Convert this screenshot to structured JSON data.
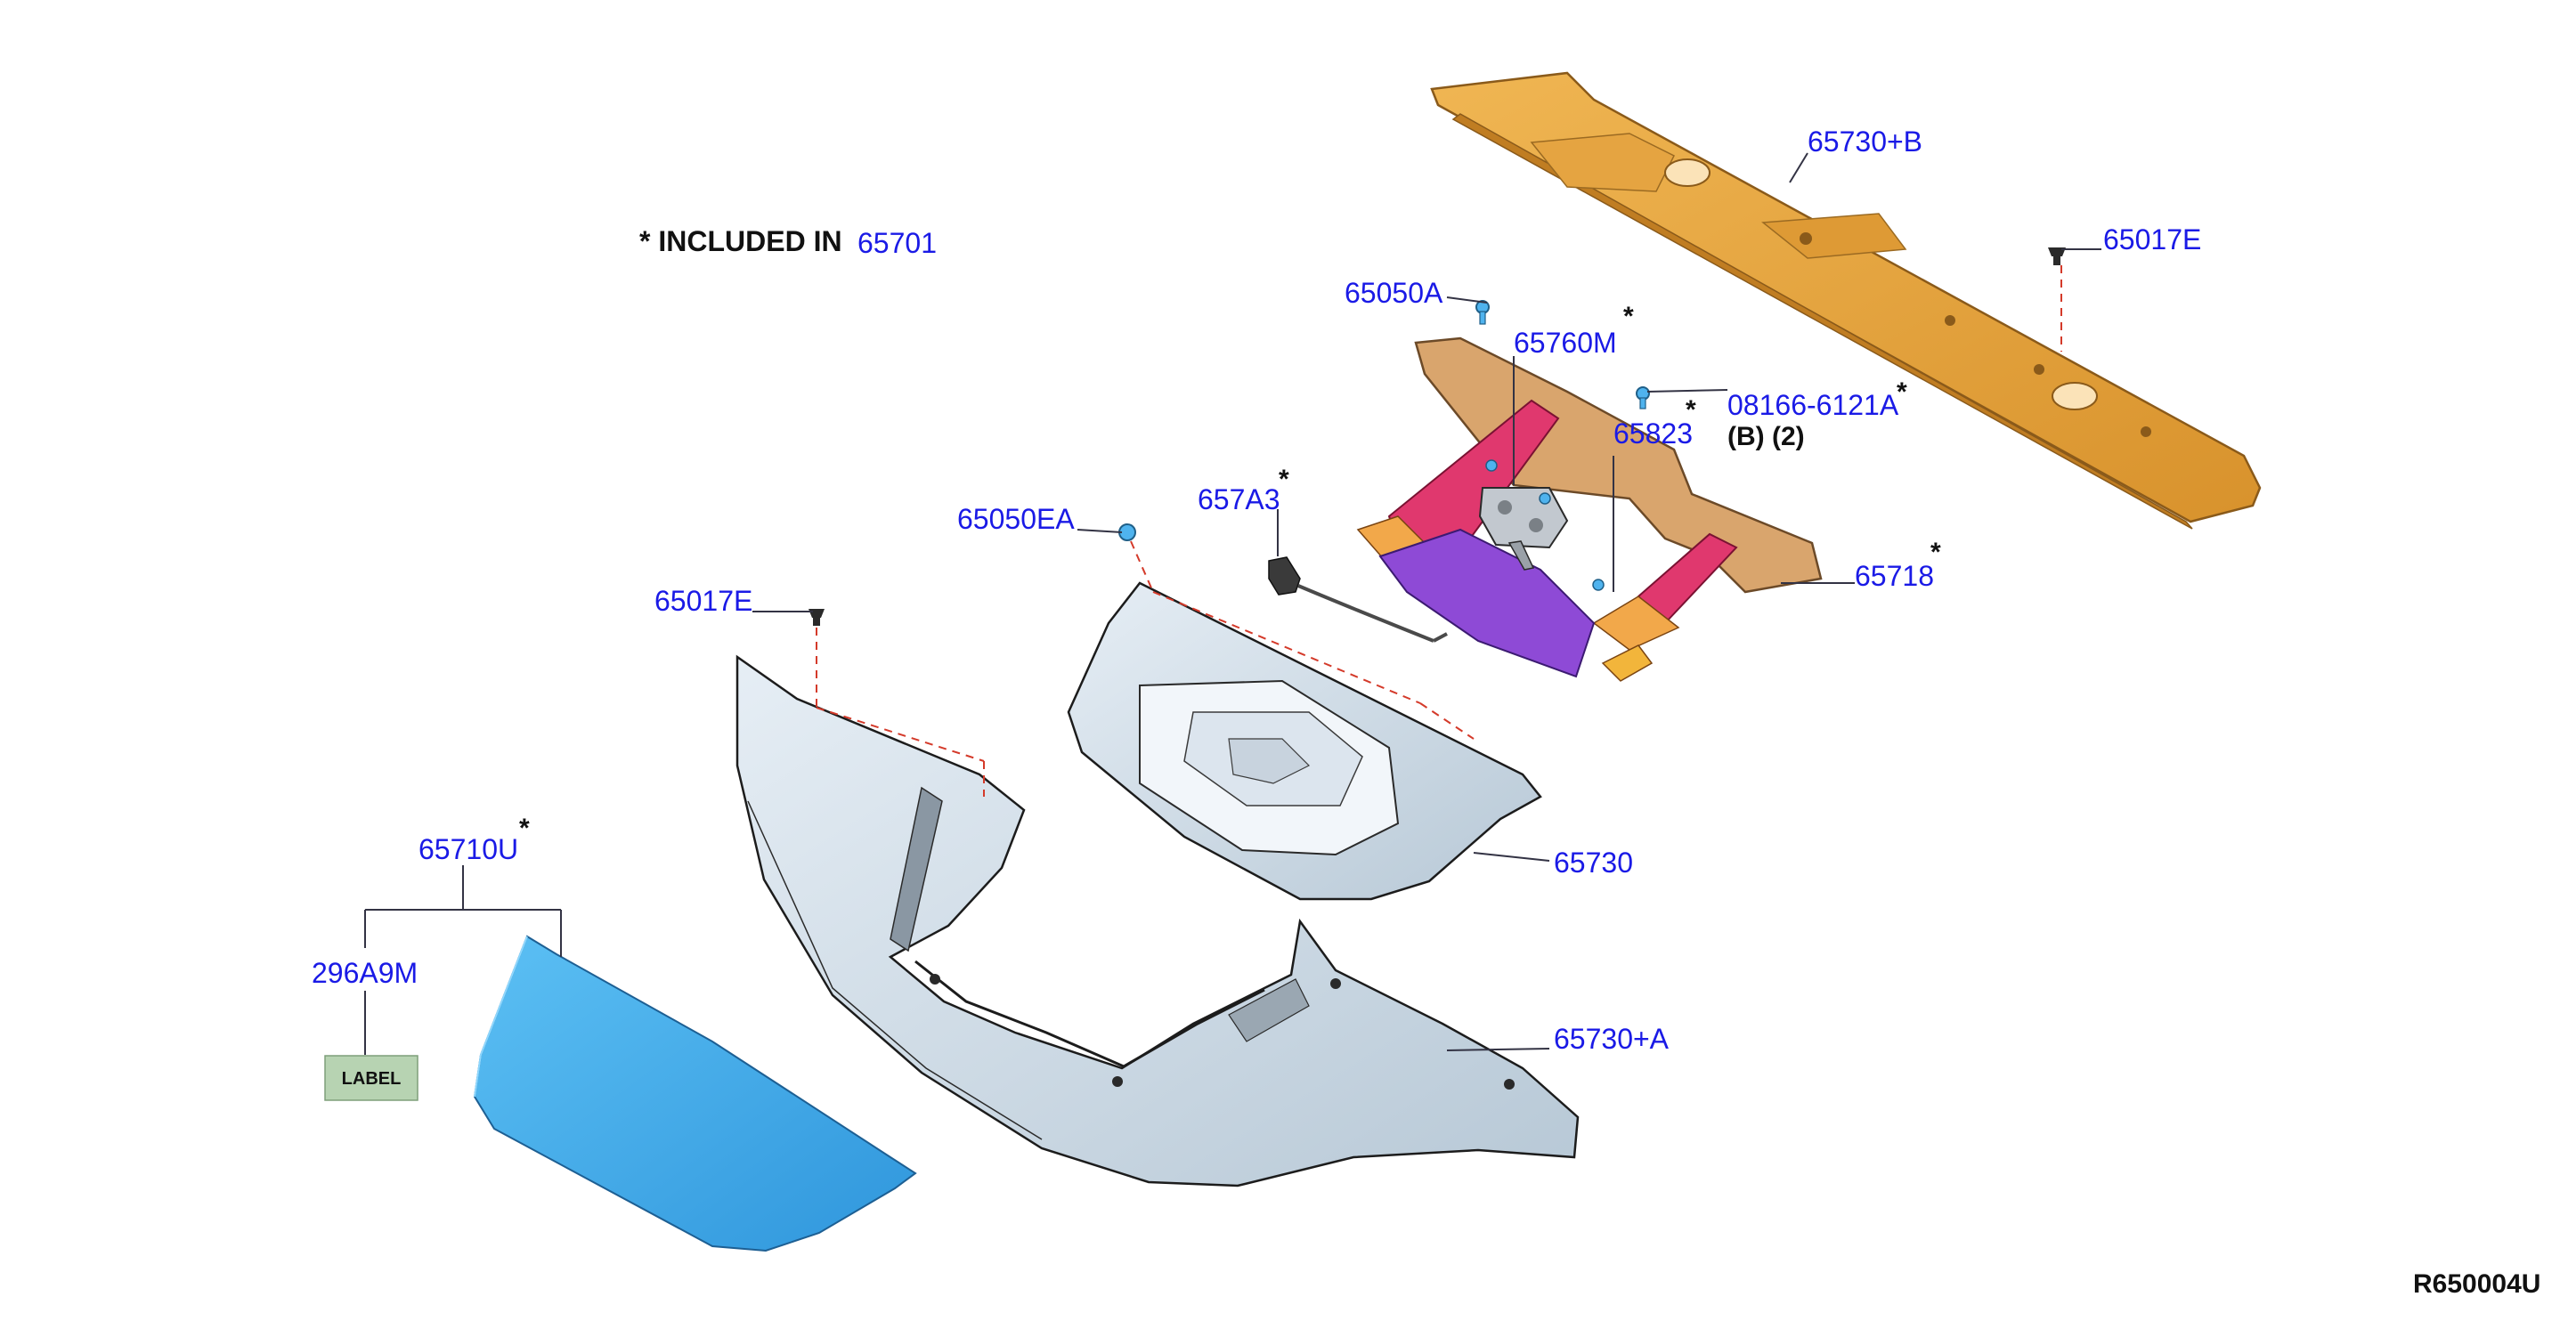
{
  "note": {
    "prefix": "* INCLUDED IN",
    "ref": "65701"
  },
  "labels": {
    "p65730B": "65730+B",
    "p65017E_right": "65017E",
    "p65050A": "65050A",
    "p65760M": "65760M",
    "p08166": "08166-6121A",
    "p65823": "65823",
    "p657A3": "657A3",
    "p65050EA": "65050EA",
    "p65718": "65718",
    "p65017E_left": "65017E",
    "p65730": "65730",
    "p65710U": "65710U",
    "p296A9M": "296A9M",
    "p65730A": "65730+A"
  },
  "qty_note": "(B) (2)",
  "label_tag": "LABEL",
  "star": "*",
  "diagram_code": "R650004U",
  "colors": {
    "label": "#1a1ae6",
    "upper_cover": "#e8a73c",
    "support": "#d9a56d",
    "latch_arm": "#e0386e",
    "latch_bar": "#8e4ad6",
    "grille": "#d4e0ea",
    "emblem": "#4fb3ee",
    "label_tag_bg": "#b7d3b2",
    "dashed_line": "#d43a2a"
  },
  "icons": [
    "bolt-icon",
    "clip-icon",
    "screw-icon",
    "latch-icon",
    "label-icon"
  ]
}
